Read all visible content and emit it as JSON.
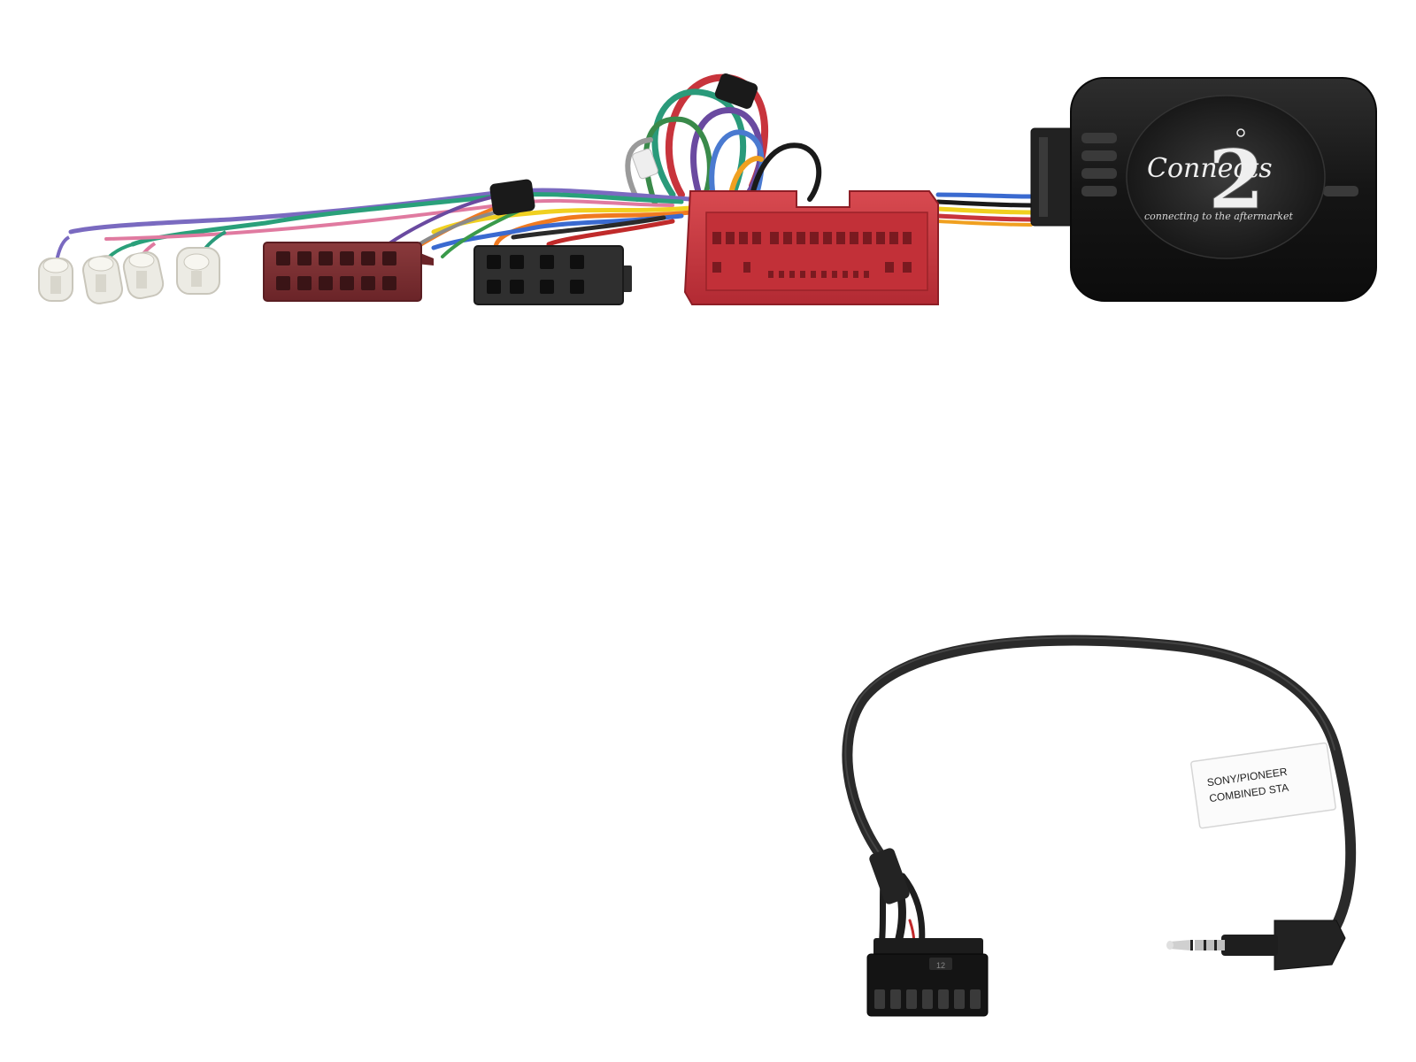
{
  "interface_box": {
    "brand_logo_digit": "2",
    "brand_logo_script": "Connects",
    "brand_tagline": "connecting to the aftermarket",
    "body_color": "#1a1a1a"
  },
  "patch_lead": {
    "label_line_1": "SONY/PIONEER",
    "label_line_2": "COMBINED STA",
    "connector_pin_marking": "12",
    "cable_color": "#2a2a2a"
  },
  "colors": {
    "red_connector": "#c8343c",
    "iso_maroon_connector": "#7a2a2e",
    "iso_black_connector": "#2b2b2b"
  }
}
